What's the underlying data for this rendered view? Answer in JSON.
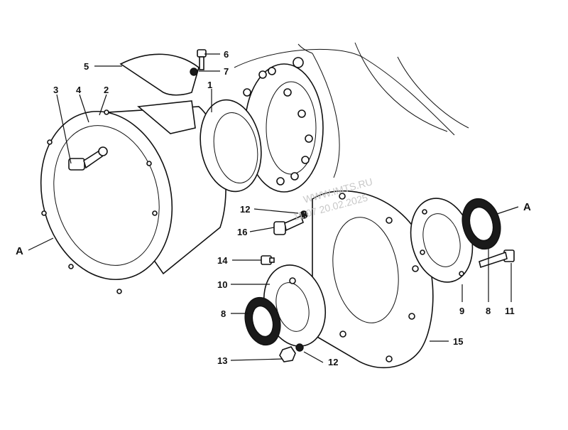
{
  "diagram": {
    "callouts": {
      "p1": "1",
      "p2": "2",
      "p3": "3",
      "p4": "4",
      "p5": "5",
      "p6": "6",
      "p7": "7",
      "p8_left": "8",
      "p8_right": "8",
      "p9": "9",
      "p10": "10",
      "p11": "11",
      "p12_top": "12",
      "p12_bottom": "12",
      "p13": "13",
      "p14": "14",
      "p15": "15",
      "p16": "16",
      "sectionA_left": "A",
      "sectionA_right": "A"
    },
    "watermark": {
      "line1": "WWW.IMTS.RU",
      "line2": "11:07 20.02.2025"
    }
  }
}
